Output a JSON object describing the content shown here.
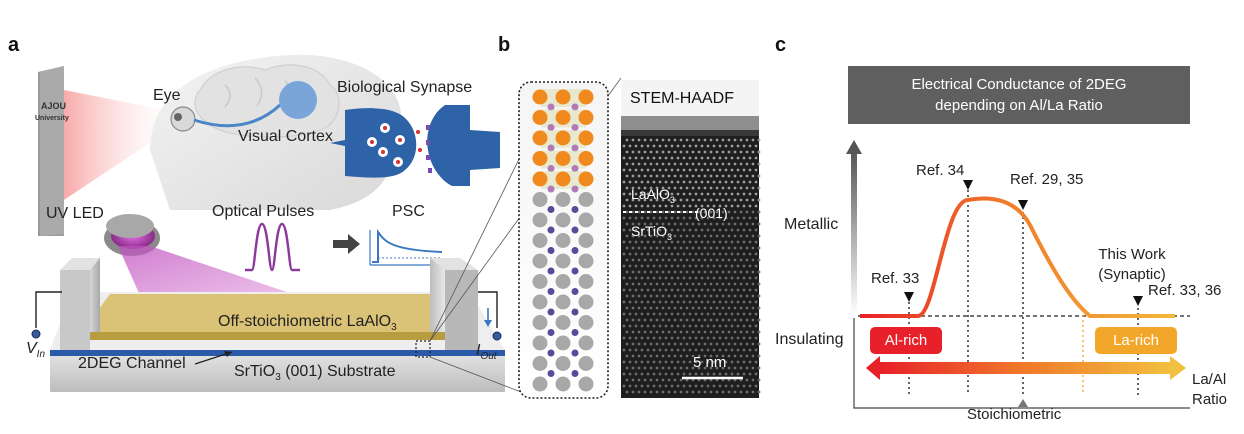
{
  "panels": {
    "a": {
      "label": "a",
      "sign_line1": "AJOU",
      "sign_line2": "University",
      "eye": "Eye",
      "visual_cortex": "Visual Cortex",
      "bio_synapse": "Biological Synapse",
      "uv_led": "UV LED",
      "optical_pulses": "Optical Pulses",
      "psc": "PSC",
      "off_stoich": "Off-stoichiometric LaAlO",
      "off_stoich_sub": "3",
      "v_in": "V",
      "v_in_sub": "In",
      "i_out": "I",
      "i_out_sub": "Out",
      "channel": "2DEG Channel",
      "substrate_pre": "SrTiO",
      "substrate_sub": "3",
      "substrate_post": " (001) Substrate"
    },
    "b": {
      "label": "b",
      "stem_title": "STEM-HAADF",
      "laalo3": "LaAlO",
      "laalo3_sub": "3",
      "interface": "(001)",
      "srtio3": "SrTiO",
      "srtio3_sub": "3",
      "scale_bar": "5 nm"
    },
    "c": {
      "label": "c",
      "title_line1": "Electrical Conductance of 2DEG",
      "title_line2": "depending on Al/La Ratio",
      "metallic": "Metallic",
      "insulating": "Insulating",
      "ref33_left": "Ref. 33",
      "ref34": "Ref. 34",
      "ref2935": "Ref. 29, 35",
      "this_work_line1": "This Work",
      "this_work_line2": "(Synaptic)",
      "ref3336": "Ref. 33, 36",
      "al_rich": "Al-rich",
      "la_rich": "La-rich",
      "x_label_line1": "La/Al",
      "x_label_line2": "Ratio",
      "stoichiometric": "Stoichiometric"
    }
  },
  "colors": {
    "title_box": "#5f5f5f",
    "al_rich": "#e8202a",
    "la_rich": "#f2a72a",
    "curve_start": "#e8202a",
    "curve_end": "#f2b83a",
    "lao_atom": "#f08a1e",
    "sto_atom": "#a8a8a8",
    "ti_atom": "#5a4a9a",
    "channel": "#2a5aa8",
    "lao_film": "#d8c070",
    "stem_bg": "#1e1e1e"
  }
}
